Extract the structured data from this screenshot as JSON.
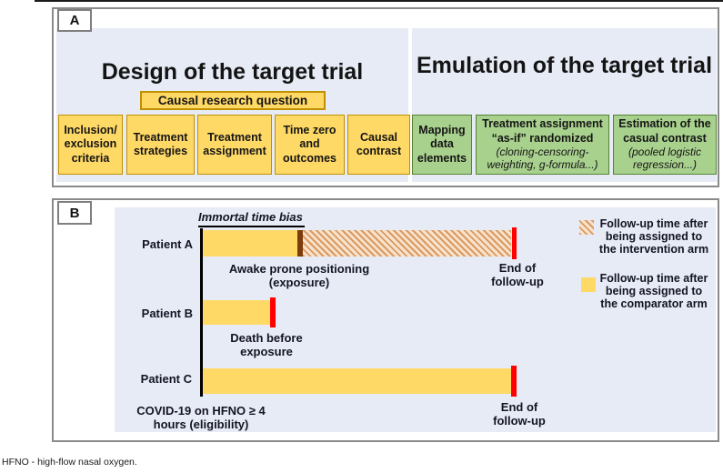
{
  "figure": {
    "panel_a": {
      "label": "A",
      "design": {
        "title": "Design of the target trial",
        "question_box": "Causal research question",
        "boxes": [
          "Inclusion/ exclusion criteria",
          "Treatment strategies",
          "Treatment assignment",
          "Time zero and outcomes",
          "Causal contrast"
        ]
      },
      "emulation": {
        "title": "Emulation of the target trial",
        "boxes": [
          {
            "bold": "Mapping data elements",
            "italic": ""
          },
          {
            "bold": "Treatment assignment “as-if” randomized",
            "italic": "(cloning-censoring-weighting, g-formula...)"
          },
          {
            "bold": "Estimation of the casual contrast",
            "italic": "(pooled logistic regression...)"
          }
        ]
      }
    },
    "panel_b": {
      "label": "B",
      "title": "Immortal time bias",
      "patients": [
        {
          "name": "Patient A",
          "segments": [
            "comparator",
            "exposure-start",
            "intervention"
          ],
          "end_marker": "end-of-follow-up"
        },
        {
          "name": "Patient B",
          "segments": [
            "comparator"
          ],
          "end_marker": "death-before-exposure"
        },
        {
          "name": "Patient C",
          "segments": [
            "comparator"
          ],
          "end_marker": "end-of-follow-up"
        }
      ],
      "annotations": {
        "awake_prone": {
          "l1": "Awake prone positioning",
          "l2": "(exposure)"
        },
        "death": {
          "l1": "Death before",
          "l2": "exposure"
        },
        "end_a": {
          "l1": "End of",
          "l2": "follow-up"
        },
        "end_c": {
          "l1": "End of",
          "l2": "follow-up"
        },
        "eligibility": {
          "l1": "COVID-19 on HFNO ≥ 4",
          "l2": "hours (eligibility)"
        }
      },
      "legend": [
        {
          "swatch": "hatched-orange",
          "lines": [
            "Follow-up time after",
            "being assigned to",
            "the intervention arm"
          ]
        },
        {
          "swatch": "solid-yellow",
          "lines": [
            "Follow-up time after",
            "being assigned to",
            "the comparator arm"
          ]
        }
      ]
    },
    "footnote": "HFNO - high-flow nasal oxygen."
  },
  "colors": {
    "box_yellow": "#FFD966",
    "box_yellow_border": "#BF9000",
    "box_green": "#A9D18E",
    "box_green_border": "#538135",
    "panel_blue": "#E6EBF5",
    "hatch_stripe": "#DB9A5F",
    "hatch_bg": "#F6E2CD",
    "exposure_brown": "#7C3D0B",
    "end_mark_red": "#FE0000"
  }
}
